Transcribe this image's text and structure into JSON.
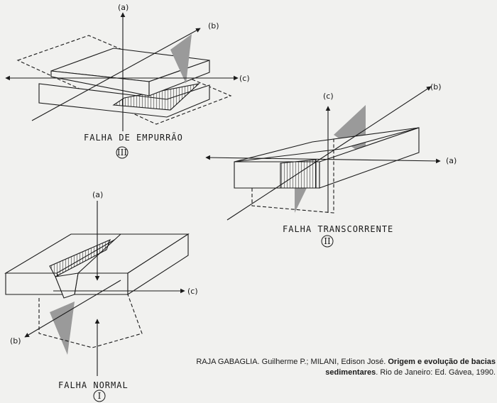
{
  "diagrams": {
    "thrust": {
      "caption": "FALHA DE EMPURRÃO",
      "numeral": "III",
      "axis_a": "(a)",
      "axis_b": "(b)",
      "axis_c": "(c)"
    },
    "strike_slip": {
      "caption": "FALHA TRANSCORRENTE",
      "numeral": "II",
      "axis_a": "(a)",
      "axis_b": "(b)",
      "axis_c": "(c)"
    },
    "normal": {
      "caption": "FALHA NORMAL",
      "numeral": "I",
      "axis_a": "(a)",
      "axis_b": "(b)",
      "axis_c": "(c)"
    }
  },
  "citation": {
    "authors": "RAJA GABAGLIA. Guilherme P.; MILANI, Edison José.",
    "title": "Origem e evolução de bacias sedimentares",
    "publisher": ". Rio de Janeiro: Ed. Gávea, 1990."
  }
}
